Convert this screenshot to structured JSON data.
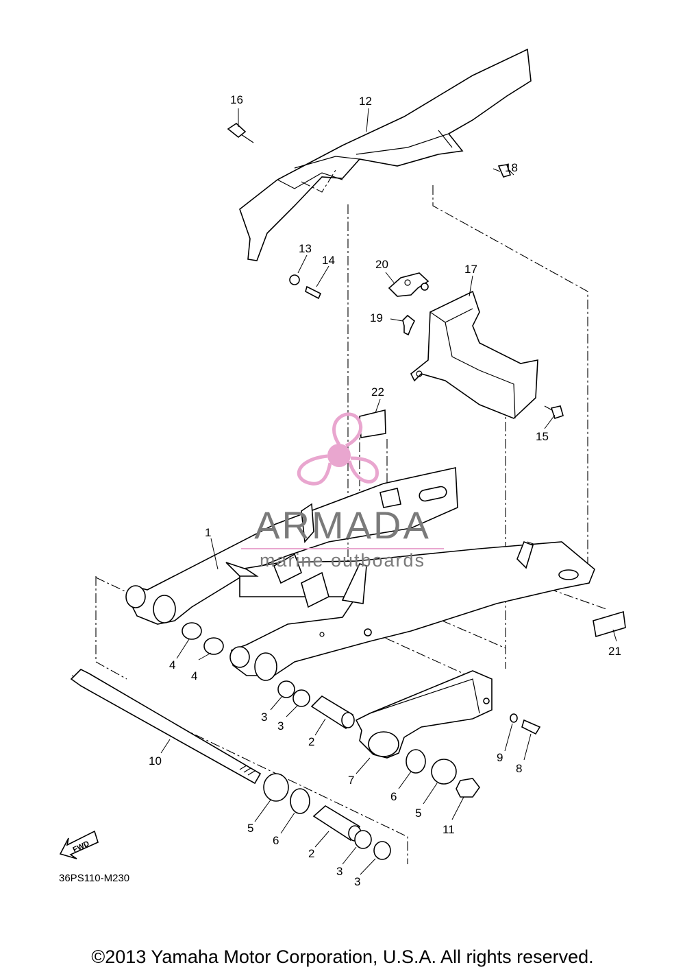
{
  "diagram_code": "36PS110-M230",
  "copyright": "©2013 Yamaha Motor Corporation, U.S.A. All rights reserved.",
  "watermark": {
    "brand": "ARMADA",
    "tagline": "marine outboards",
    "brand_color": "#8a8a8a",
    "logo_color": "#e9a6cf"
  },
  "fwd_label": "FWD",
  "callouts": {
    "c1": "1",
    "c2a": "2",
    "c2b": "2",
    "c3a": "3",
    "c3b": "3",
    "c3c": "3",
    "c3d": "3",
    "c4a": "4",
    "c4b": "4",
    "c5a": "5",
    "c5b": "5",
    "c6a": "6",
    "c6b": "6",
    "c7": "7",
    "c8": "8",
    "c9": "9",
    "c10": "10",
    "c11": "11",
    "c12": "12",
    "c13": "13",
    "c14": "14",
    "c15": "15",
    "c16": "16",
    "c17": "17",
    "c18": "18",
    "c19": "19",
    "c20": "20",
    "c21": "21",
    "c22": "22"
  }
}
